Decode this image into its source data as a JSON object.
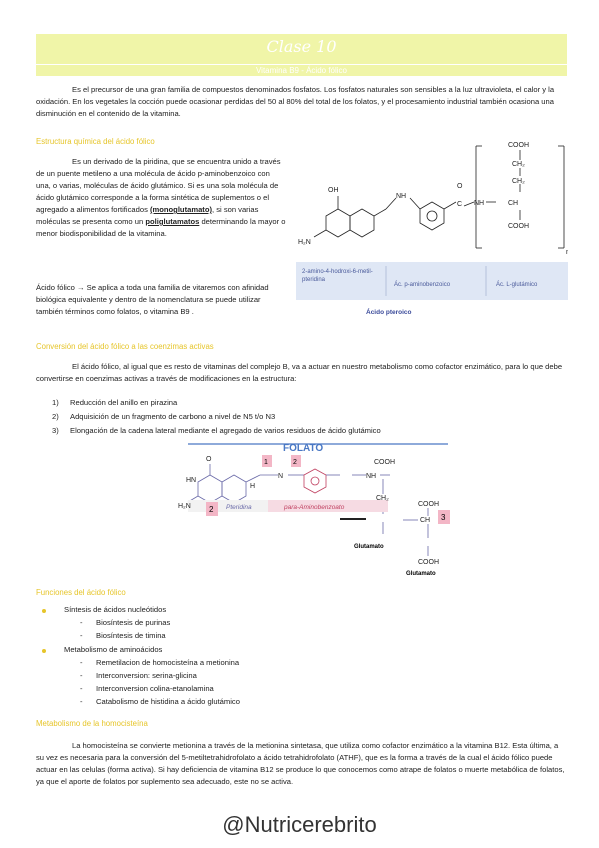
{
  "header": {
    "title": "Clase 10",
    "subtitle": "Vitamina B9 - Ácido fólico"
  },
  "intro": "Es el precursor de una gran familia de compuestos denominados fosfatos. Los fosfatos naturales son sensibles a la luz ultravioleta, el calor y la oxidación. En los vegetales la cocción puede ocasionar perdidas del 50 al 80% del total de los folatos, y el procesamiento industrial también ocasiona una disminución en el contenido de la vitamina.",
  "s1": {
    "heading": "Estructura química del ácido fólico",
    "p1_a": "Es un derivado de la piridina, que se encuentra unido a través de un puente metileno a una molécula de ácido p-aminobenzoico con una, o varias, moléculas de ácido glutámico. Si es una sola molécula de ácido glutámico corresponde a la forma sintética de suplementos o el agregado a alimentos fortificados ",
    "p1_b": "(monoglutamato)",
    "p1_c": ", si son varias moléculas se presenta como un ",
    "p1_d": "poliglutamatos",
    "p1_e": " determinando la mayor o menor biodisponibilidad de la vitamina.",
    "p2": "Ácido fólico → Se aplica a toda una familia de vitaremos con afinidad biológica equivalente y dentro de la nomenclatura se puede utilizar también términos como folatos, o vitamina B9 .",
    "fig1": {
      "oh": "OH",
      "h2n": "H₂N",
      "nh": "NH",
      "co": "C",
      "o": "O",
      "nh2": "NH",
      "ch": "CH",
      "cooh_top": "COOH",
      "ch2a": "CH₂",
      "ch2b": "CH₂",
      "cooh_bot": "COOH",
      "n": "n",
      "lab1": "2-amino-4-hodroxi-6-metil-pteridina",
      "lab2": "Ác. p-aminobenzoico",
      "lab3": "Ác. L-glutámico",
      "pterico": "Ácido pteroico"
    }
  },
  "s2": {
    "heading": "Conversión del ácido fólico a las coenzimas activas",
    "p": "El ácido fólico, al igual que es resto de vitaminas del complejo B, va a actuar en nuestro metabolismo como cofactor enzimático, para lo que debe convertirse en coenzimas activas a través de modificaciones en la estructura:",
    "items": [
      {
        "n": "1)",
        "t": "Reducción del anillo en pirazina"
      },
      {
        "n": "2)",
        "t": "Adquisición de un fragmento de carbono a nivel de N5 t/o N3"
      },
      {
        "n": "3)",
        "t": "Elongación de la cadena lateral mediante el agregado de varios residuos de ácido glutámico"
      }
    ],
    "fig2": {
      "folato": "FOLATO",
      "b1": "1",
      "b2": "2",
      "b3": "2",
      "b4": "3",
      "pteridina": "Pteridina",
      "paba": "para-Aminobenzoato",
      "glut1": "Glutamato",
      "glut2": "Glutamato",
      "cooh1": "COOH",
      "cooh2": "COOH",
      "cooh3": "COOH",
      "ch2": "CH₂",
      "nh": "NH",
      "ch": "CH",
      "h2n": "H₂N",
      "hn": "HN",
      "o": "O",
      "n": "N",
      "h": "H"
    }
  },
  "s3": {
    "heading": "Funciones del ácido fólico",
    "groups": [
      {
        "t": "Síntesis de ácidos nucleótidos",
        "items": [
          "Biosíntesis de purinas",
          "Biosíntesis de timina"
        ]
      },
      {
        "t": "Metabolismo de aminoácidos",
        "items": [
          "Remetilacion de homocisteína a metionina",
          "Interconversion: serina-glicina",
          "Interconversion colina-etanolamina",
          "Catabolismo de histidina a ácido glutámico"
        ]
      }
    ],
    "dash": "-"
  },
  "s4": {
    "heading": "Metabolismo de la homocisteína",
    "p": "La homocisteína se convierte metionina a través de la metionina sintetasa, que utiliza como cofactor enzimático a la vitamina B12. Esta última, a su vez es necesaria para la conversión del 5-metiltetrahidrofolato a ácido tetrahidrofolato (ATHF), que es la forma a través de la cual el ácido fólico puede actuar en las celulas (forma activa). Si hay deficiencia de vitamina B12 se produce lo que conocemos como atrape de folatos o muerte metabólica de folatos, ya que el aporte de folatos por suplemento sea adecuado, este no se activa."
  },
  "watermark": "@Nutricerebrito"
}
